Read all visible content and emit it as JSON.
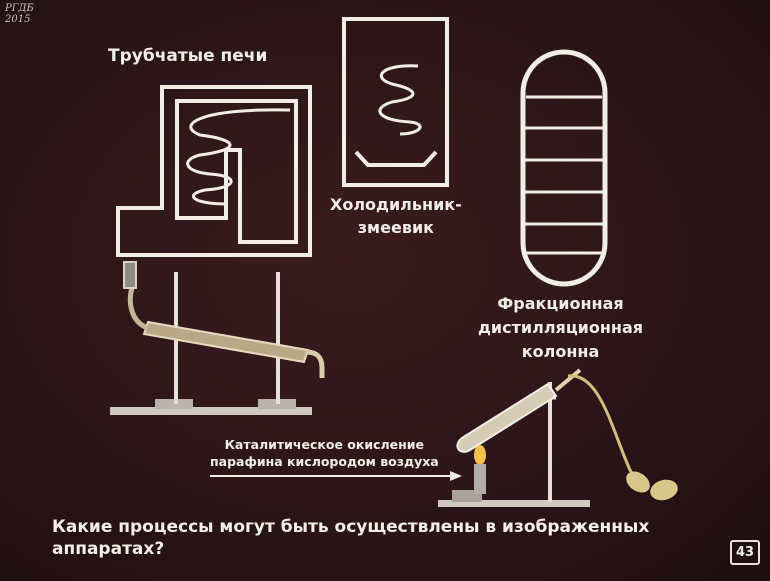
{
  "watermark": {
    "line1": "РГДБ",
    "line2": "2015"
  },
  "labels": {
    "tube_furnaces": "Трубчатые печи",
    "cooler_line1": "Холодильник-",
    "cooler_line2": "змеевик",
    "column_line1": "Фракционная",
    "column_line2": "дистилляционная",
    "column_line3": "колонна",
    "oxidation_line1": "Каталитическое окисление",
    "oxidation_line2": "парафина кислородом воздуха"
  },
  "question": "Какие процессы могут быть осуществлены в изображенных аппаратах?",
  "frame_number": "43",
  "colors": {
    "background": "#2b1518",
    "line": "#f2eee6",
    "tube": "#cdb98a",
    "bulb": "#d8c78a"
  }
}
